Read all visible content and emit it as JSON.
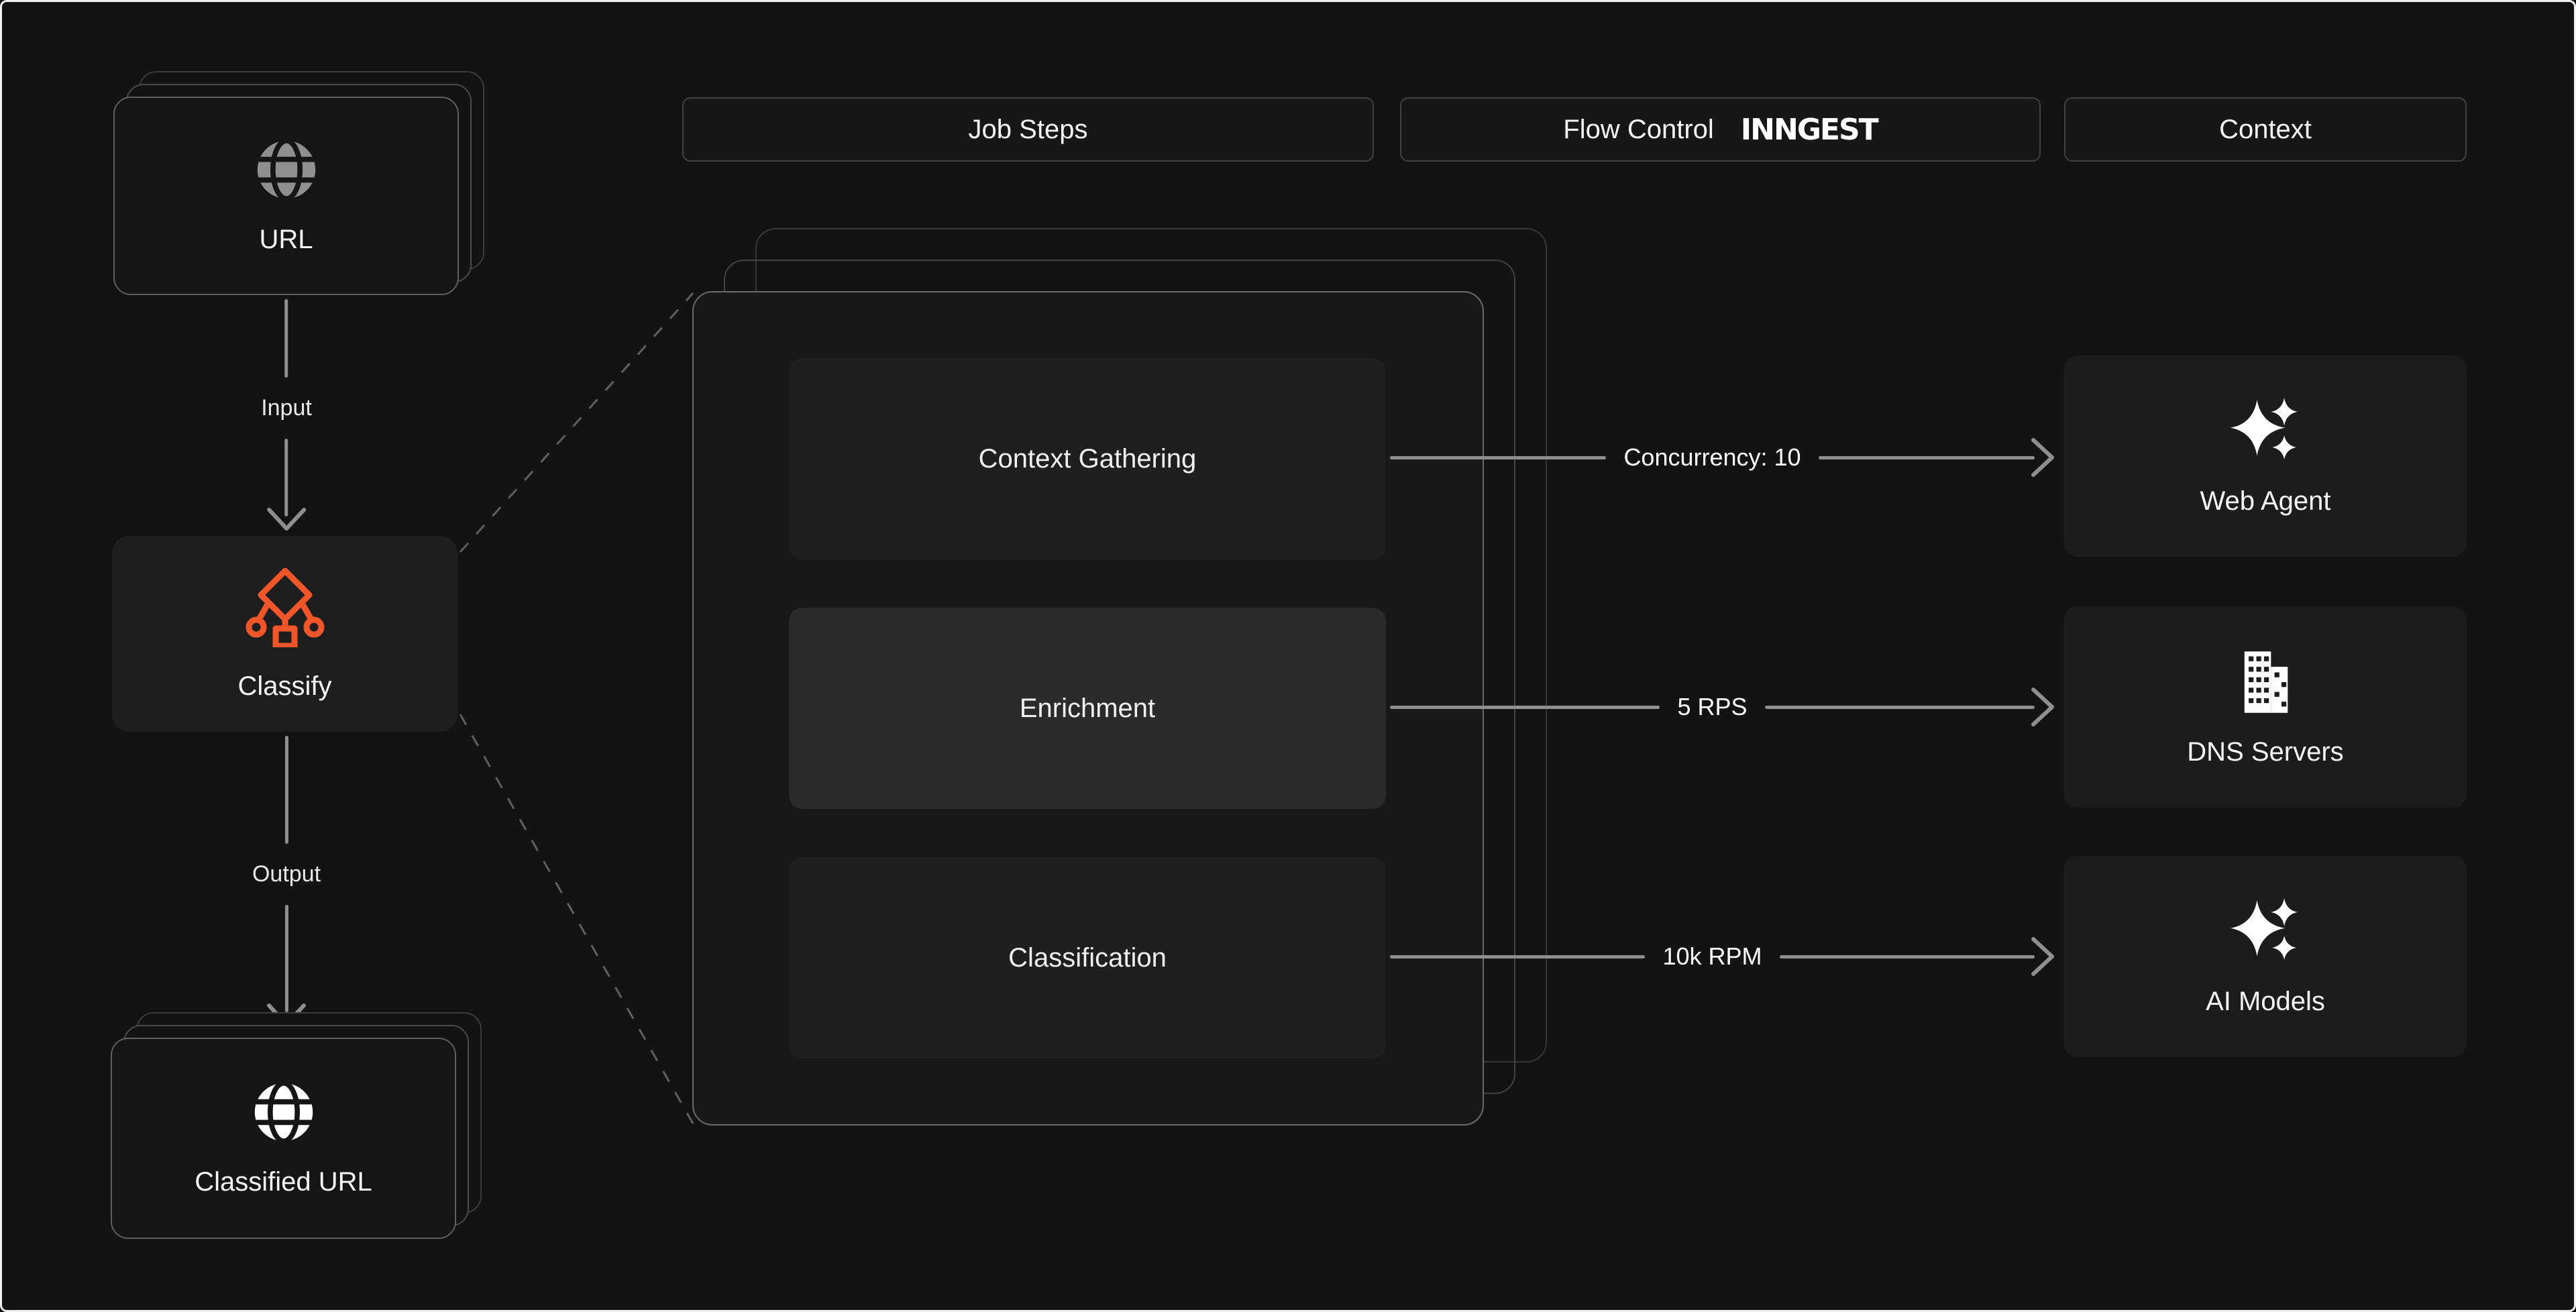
{
  "page": {
    "background": "#131313",
    "accent_orange": "#F1562B",
    "line_gray": "#8f8f8f",
    "dash_gray": "#5f5f5f"
  },
  "headers": [
    {
      "label": "Job Steps"
    },
    {
      "label": "Flow Control",
      "logo": "INNGEST"
    },
    {
      "label": "Context"
    }
  ],
  "left_flow": {
    "input_card": {
      "label": "URL",
      "icon": "globe-icon"
    },
    "input_arrow_label": "Input",
    "process_card": {
      "label": "Classify",
      "icon": "decision-tree-icon"
    },
    "output_arrow_label": "Output",
    "output_card": {
      "label": "Classified URL",
      "icon": "globe-icon"
    }
  },
  "job_steps_card": {
    "steps": [
      {
        "label": "Context Gathering",
        "highlight": false
      },
      {
        "label": "Enrichment",
        "highlight": true
      },
      {
        "label": "Classification",
        "highlight": false
      }
    ]
  },
  "flow_arrows": [
    {
      "label": "Concurrency: 10"
    },
    {
      "label": "5 RPS"
    },
    {
      "label": "10k RPM"
    }
  ],
  "context_cards": [
    {
      "label": "Web Agent",
      "icon": "sparkles-icon"
    },
    {
      "label": "DNS Servers",
      "icon": "building-icon"
    },
    {
      "label": "AI Models",
      "icon": "sparkles-icon"
    }
  ]
}
